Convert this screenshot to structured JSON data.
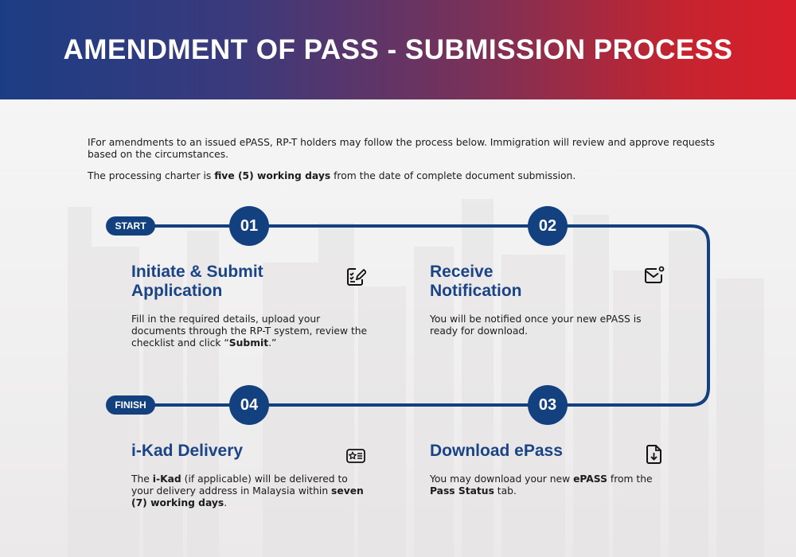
{
  "title": "AMENDMENT OF PASS - SUBMISSION PROCESS",
  "intro": {
    "line1": "IFor amendments to an issued ePASS, RP-T holders may follow the process below. Immigration will review and approve requests based on the circumstances.",
    "line2_pre": "The processing charter is ",
    "line2_bold": "five (5) working days",
    "line2_post": " from the date of complete document submission."
  },
  "markers": {
    "start": "START",
    "finish": "FINISH"
  },
  "colors": {
    "primary": "#13407e",
    "heading": "#1a4485",
    "header_left": "#1c3d84",
    "header_right": "#d91e2b"
  },
  "steps": [
    {
      "number": "01",
      "title": "Initiate & Submit Application",
      "icon": "checklist-edit-icon",
      "desc_pre": "Fill in the required details, upload your documents through the RP-T system, review the checklist and click “",
      "desc_bold": "Submit",
      "desc_post": ".”"
    },
    {
      "number": "02",
      "title": "Receive Notification",
      "icon": "mail-notification-icon",
      "desc": "You will be notified once your new ePASS is ready for download."
    },
    {
      "number": "03",
      "title": "Download ePass",
      "icon": "file-download-icon",
      "desc_a": "You may download your new ",
      "desc_b": "ePASS",
      "desc_c": " from the ",
      "desc_d": "Pass Status",
      "desc_e": " tab."
    },
    {
      "number": "04",
      "title": "i-Kad Delivery",
      "icon": "id-card-icon",
      "desc_a": "The ",
      "desc_b": "i-Kad",
      "desc_c": " (if applicable) will be delivered to your delivery address in Malaysia within ",
      "desc_d": "seven (7) working days",
      "desc_e": "."
    }
  ]
}
